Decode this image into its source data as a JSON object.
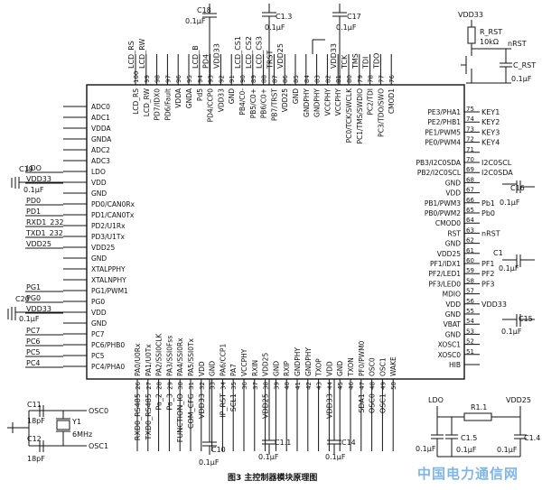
{
  "left_pins": [
    {
      "n": "",
      "name": "ADC0",
      "net": ""
    },
    {
      "n": "",
      "name": "ADC1",
      "net": ""
    },
    {
      "n": "",
      "name": "VDDA",
      "net": ""
    },
    {
      "n": "",
      "name": "GNDA",
      "net": ""
    },
    {
      "n": "",
      "name": "ADC2",
      "net": ""
    },
    {
      "n": "",
      "name": "ADC3",
      "net": ""
    },
    {
      "n": "",
      "name": "LDO",
      "net": "LDO"
    },
    {
      "n": "",
      "name": "VDD",
      "net": "VDD33"
    },
    {
      "n": "",
      "name": "GND",
      "net": ""
    },
    {
      "n": "",
      "name": "PD0/CAN0Rx",
      "net": "PD0"
    },
    {
      "n": "",
      "name": "PD1/CAN0Tx",
      "net": "PD1"
    },
    {
      "n": "",
      "name": "PD2/U1Rx",
      "net": "RXD1_232"
    },
    {
      "n": "",
      "name": "PD3/U1Tx",
      "net": "TXD1_232"
    },
    {
      "n": "",
      "name": "VDD25",
      "net": "VDD25"
    },
    {
      "n": "",
      "name": "GND",
      "net": ""
    },
    {
      "n": "",
      "name": "XTALPPHY",
      "net": ""
    },
    {
      "n": "",
      "name": "XTALNPHY",
      "net": ""
    },
    {
      "n": "",
      "name": "PG1/PWM1",
      "net": "PG1"
    },
    {
      "n": "",
      "name": "PG0",
      "net": "PG0"
    },
    {
      "n": "",
      "name": "VDD",
      "net": "VDD33"
    },
    {
      "n": "",
      "name": "GND",
      "net": ""
    },
    {
      "n": "",
      "name": "PC7",
      "net": "PC7"
    },
    {
      "n": "",
      "name": "PC6/PHB0",
      "net": "PC6"
    },
    {
      "n": "",
      "name": "PC5",
      "net": "PC5"
    },
    {
      "n": "",
      "name": "PC4/PHA0",
      "net": "PC4"
    }
  ],
  "right_pins": [
    {
      "n": "75",
      "name": "PE3/PHA1",
      "net": "KEY1"
    },
    {
      "n": "74",
      "name": "PE2/PHB1",
      "net": "KEY2"
    },
    {
      "n": "73",
      "name": "PE1/PWM5",
      "net": "KEY3"
    },
    {
      "n": "72",
      "name": "PE0/PWM4",
      "net": "KEY4"
    },
    {
      "n": "71",
      "name": "",
      "net": ""
    },
    {
      "n": "70",
      "name": "PB3/I2C0SDA",
      "net": "I2C0SCL"
    },
    {
      "n": "69",
      "name": "PB2/I2C0SCL",
      "net": "I2C0SDA"
    },
    {
      "n": "68",
      "name": "GND",
      "net": ""
    },
    {
      "n": "67",
      "name": "VDD",
      "net": ""
    },
    {
      "n": "66",
      "name": "PB1/PWM3",
      "net": "Pb1"
    },
    {
      "n": "65",
      "name": "PB0/PWM2",
      "net": "Pb0"
    },
    {
      "n": "64",
      "name": "CMOD0",
      "net": ""
    },
    {
      "n": "63",
      "name": "RST",
      "net": "nRST"
    },
    {
      "n": "62",
      "name": "GND",
      "net": ""
    },
    {
      "n": "61",
      "name": "VDD25",
      "net": ""
    },
    {
      "n": "60",
      "name": "PF1/IDX1",
      "net": "PF1"
    },
    {
      "n": "59",
      "name": "PF2/LED1",
      "net": "PF2"
    },
    {
      "n": "58",
      "name": "PF3/LED0",
      "net": "PF3"
    },
    {
      "n": "57",
      "name": "MDIO",
      "net": ""
    },
    {
      "n": "56",
      "name": "VDD",
      "net": "VDD33"
    },
    {
      "n": "55",
      "name": "GND",
      "net": ""
    },
    {
      "n": "54",
      "name": "VBAT",
      "net": ""
    },
    {
      "n": "53",
      "name": "GND",
      "net": ""
    },
    {
      "n": "52",
      "name": "XOSC1",
      "net": ""
    },
    {
      "n": "51",
      "name": "XOSC0",
      "net": ""
    },
    {
      "n": "",
      "name": "HIB",
      "net": ""
    }
  ],
  "top_pins": [
    {
      "n": "100",
      "name": "LCD_RS"
    },
    {
      "n": "99",
      "name": "LCD_RW"
    },
    {
      "n": "98",
      "name": "PD7/IDX0"
    },
    {
      "n": "97",
      "name": "PD6/Fault"
    },
    {
      "n": "96",
      "name": "VDDA"
    },
    {
      "n": "95",
      "name": "GNDA"
    },
    {
      "n": "94",
      "name": "Pd5"
    },
    {
      "n": "93",
      "name": "PD4/CCP0"
    },
    {
      "n": "92",
      "name": "VDD33"
    },
    {
      "n": "91",
      "name": "GND"
    },
    {
      "n": "90",
      "name": "PB4/C0-"
    },
    {
      "n": "89",
      "name": "PB5/C0+"
    },
    {
      "n": "88",
      "name": "PB6/C0+"
    },
    {
      "n": "87",
      "name": "PB7/TRST"
    },
    {
      "n": "86",
      "name": "VDD25"
    },
    {
      "n": "85",
      "name": "GND"
    },
    {
      "n": "84",
      "name": "GNDPHY"
    },
    {
      "n": "83",
      "name": "GNDPHY"
    },
    {
      "n": "82",
      "name": "VCCPHY"
    },
    {
      "n": "81",
      "name": "VCCPHY"
    },
    {
      "n": "80",
      "name": "PC0/TCK/SWCLK"
    },
    {
      "n": "79",
      "name": "PC1/TMS/SWDIO"
    },
    {
      "n": "78",
      "name": "PC2/TDI"
    },
    {
      "n": "77",
      "name": "PC3/TDO/SWO"
    },
    {
      "n": "76",
      "name": "CMOD1"
    }
  ],
  "top_nets": [
    "LCD_RS",
    "LCD_RW",
    "",
    "",
    "",
    "",
    "LCD_B",
    "PD4",
    "VDD33",
    "",
    "LCD_CS1",
    "LCD_CS2",
    "LCD_CS3",
    "TRST",
    "VDD25",
    "",
    "",
    "",
    "",
    "VDD33",
    "TCK",
    "TMS",
    "TDI",
    "TDO",
    ""
  ],
  "bottom_pins": [
    {
      "n": "26",
      "name": "PA0/U0Rx"
    },
    {
      "n": "27",
      "name": "PA1/U0Tx"
    },
    {
      "n": "28",
      "name": "PA2/SSI0CLK"
    },
    {
      "n": "29",
      "name": "PA3/SSI0Fss"
    },
    {
      "n": "30",
      "name": "PA4/SSI0Rx"
    },
    {
      "n": "31",
      "name": "PA5/SSI0Tx"
    },
    {
      "n": "32",
      "name": "VDD"
    },
    {
      "n": "33",
      "name": "GND"
    },
    {
      "n": "34",
      "name": "PA6/CCP1"
    },
    {
      "n": "35",
      "name": "PA7"
    },
    {
      "n": "36",
      "name": "VCCPHY"
    },
    {
      "n": "37",
      "name": "RXIN"
    },
    {
      "n": "38",
      "name": "VDD25"
    },
    {
      "n": "39",
      "name": "GND"
    },
    {
      "n": "40",
      "name": "RXIP"
    },
    {
      "n": "41",
      "name": "GNDPHY"
    },
    {
      "n": "42",
      "name": "GNDPHY"
    },
    {
      "n": "43",
      "name": "TXOP"
    },
    {
      "n": "44",
      "name": "VDD"
    },
    {
      "n": "45",
      "name": "GND"
    },
    {
      "n": "46",
      "name": "TXON"
    },
    {
      "n": "47",
      "name": "PF0/PWM0"
    },
    {
      "n": "48",
      "name": "OSC0"
    },
    {
      "n": "49",
      "name": "OSC1"
    },
    {
      "n": "50",
      "name": "WAKE"
    }
  ],
  "bottom_nets": [
    "RXD0_RS485",
    "TXD0_RS485",
    "Pa_2",
    "Pa_3",
    "FUNCTION_IO",
    "COM_CFG",
    "VDD33",
    "",
    "IP_RST",
    "SCL1",
    "",
    "",
    "VDD25",
    "",
    "",
    "",
    "",
    "",
    "VDD33",
    "",
    "",
    "SDA1",
    "OSC0",
    "OSC1",
    ""
  ],
  "components": {
    "c18": {
      "ref": "C18",
      "val": "0.1μF"
    },
    "c13": {
      "ref": "C1.3",
      "val": "0.1μF"
    },
    "c17": {
      "ref": "C17",
      "val": "0.1μF"
    },
    "c19": {
      "ref": "C19",
      "val": "0.1μF"
    },
    "c20": {
      "ref": "C20",
      "val": "0.1μF"
    },
    "c16": {
      "ref": "C16",
      "val": "0.1μF"
    },
    "c1": {
      "ref": "C1",
      "val": "0.1μF"
    },
    "c15": {
      "ref": "C15",
      "val": "0.1μF"
    },
    "c11": {
      "ref": "C11",
      "val": "18pF"
    },
    "c12": {
      "ref": "C12",
      "val": "18pF"
    },
    "c10": {
      "ref": "C10",
      "val": "0.1μF"
    },
    "c1_1": {
      "ref": "C1.1",
      "val": "0.1μF"
    },
    "c14": {
      "ref": "C14",
      "val": "0.1μF"
    },
    "c1_5": {
      "ref": "C1.5",
      "val": "0.1μF"
    },
    "c1_4": {
      "ref": "C1.4",
      "val": "0.1μF"
    },
    "r1_1": {
      "ref": "R1.1",
      "val": ""
    },
    "rrst": {
      "ref": "R_RST",
      "val": "10kΩ"
    },
    "crst": {
      "ref": "C_RST",
      "val": "0.1μF"
    },
    "y1": {
      "ref": "Y1",
      "val": "6MHz"
    }
  },
  "nets": {
    "vdd33": "VDD33",
    "nrst": "nRST",
    "osc0": "OSC0",
    "osc1": "OSC1",
    "ldo": "LDO",
    "vdd25": "VDD25"
  },
  "caption": "图3  主控制器模块原理图",
  "watermark": "中国电力通信网"
}
